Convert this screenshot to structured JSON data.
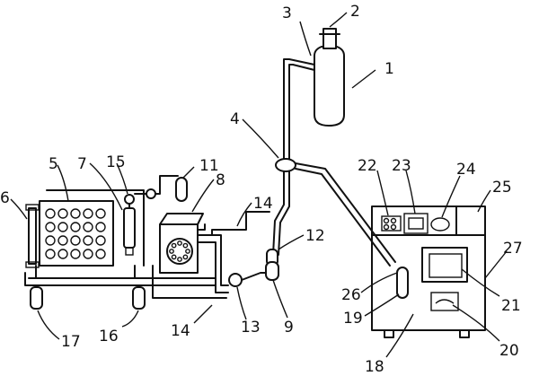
{
  "figure": {
    "reference_numerals": [
      "1",
      "2",
      "3",
      "4",
      "5",
      "6",
      "7",
      "8",
      "9",
      "11",
      "12",
      "13",
      "14",
      "14",
      "15",
      "16",
      "17",
      "18",
      "19",
      "20",
      "21",
      "22",
      "23",
      "24",
      "25",
      "26",
      "27"
    ]
  }
}
